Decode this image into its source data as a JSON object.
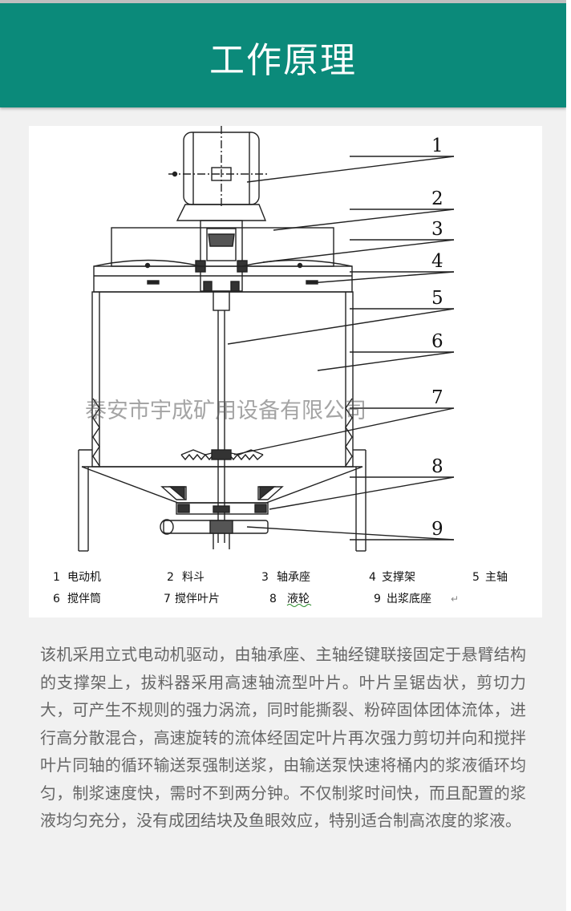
{
  "header": {
    "title": "工作原理",
    "bg_color": "#0b8a7a"
  },
  "diagram": {
    "callouts": [
      "1",
      "2",
      "3",
      "4",
      "5",
      "6",
      "7",
      "8",
      "9"
    ],
    "watermark": "泰安市宇成矿用设备有限公司",
    "legend": [
      {
        "num": "1",
        "label": "电动机"
      },
      {
        "num": "2",
        "label": "料斗"
      },
      {
        "num": "3",
        "label": "轴承座"
      },
      {
        "num": "4",
        "label": "支撑架"
      },
      {
        "num": "5",
        "label": "主轴"
      },
      {
        "num": "6",
        "label": "搅伴筒"
      },
      {
        "num": "7",
        "label": "搅伴叶片"
      },
      {
        "num": "8",
        "label": "液轮"
      },
      {
        "num": "9",
        "label": "出浆底座"
      }
    ],
    "return_mark": "↵"
  },
  "description": "该机采用立式电动机驱动，由轴承座、主轴经键联接固定于悬臂结构的支撑架上，拔料器采用高速轴流型叶片。叶片呈锯齿状，剪切力大，可产生不规则的强力涡流，同时能撕裂、粉碎固体团体流体，进行高分散混合，高速旋转的流体经固定叶片再次强力剪切并向和搅拌叶片同轴的循环输送泵强制送浆，由输送泵快速将桶内的浆液循环均匀，制浆速度快，需时不到两分钟。不仅制浆时间快，而且配置的浆液均匀充分，没有成团结块及鱼眼效应，特别适合制高浓度的浆液。"
}
